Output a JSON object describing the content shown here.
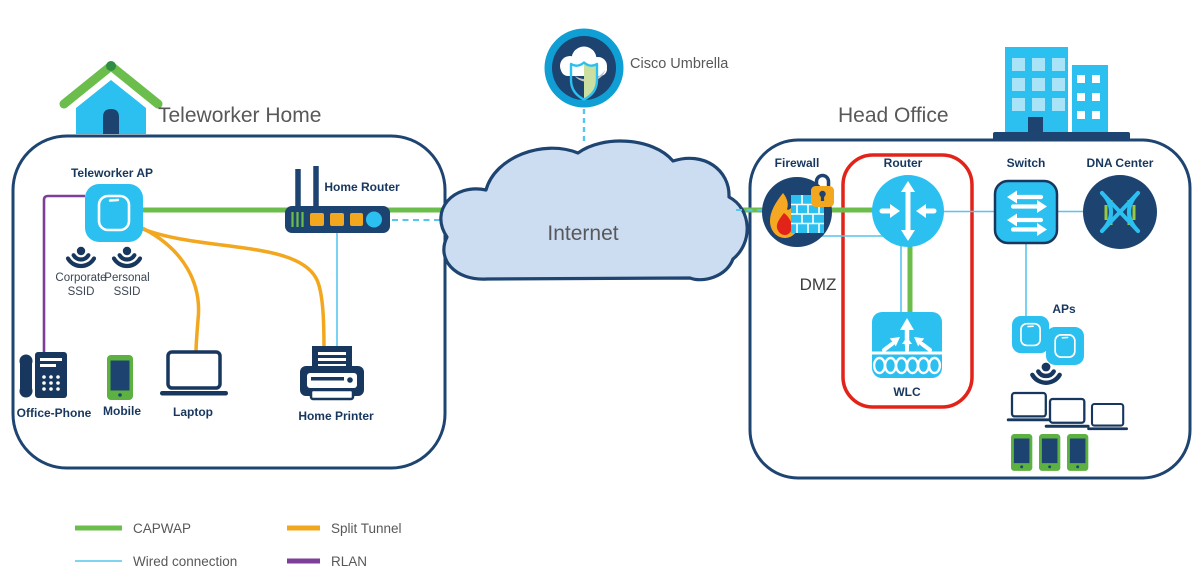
{
  "teleworker": {
    "title": "Teleworker Home",
    "ap_label": "Teleworker AP",
    "corporate_line1": "Corporate",
    "corporate_line2": "SSID",
    "personal_line1": "Personal",
    "personal_line2": "SSID",
    "office_phone_label": "Office-Phone",
    "mobile_label": "Mobile",
    "laptop_label": "Laptop",
    "home_printer_label": "Home Printer",
    "home_router_label": "Home Router"
  },
  "internet": {
    "label": "Internet"
  },
  "umbrella": {
    "label": "Cisco Umbrella"
  },
  "head_office": {
    "title": "Head Office",
    "firewall_label": "Firewall",
    "router_label": "Router",
    "switch_label": "Switch",
    "dna_center_label": "DNA Center",
    "dmz_label": "DMZ",
    "wlc_label": "WLC",
    "aps_label": "APs"
  },
  "legend": {
    "capwap": "CAPWAP",
    "split_tunnel": "Split Tunnel",
    "wired_connection": "Wired connection",
    "rlan": "RLAN"
  },
  "colors": {
    "cyan_icon": "#2bc0f0",
    "navy": "#1d4370",
    "box_border": "#1e4471",
    "capwap_green": "#6cbe4c",
    "split_tunnel_orange": "#f2a71e",
    "rlan_purple": "#7d3f98",
    "wired_blue": "#56c6ee",
    "dmz_red": "#e2231a",
    "cloud_fill": "#ccddf1",
    "title_gray": "#58585b",
    "mobile_green": "#5cb140",
    "dna_bar_green": "#97ca3e"
  }
}
